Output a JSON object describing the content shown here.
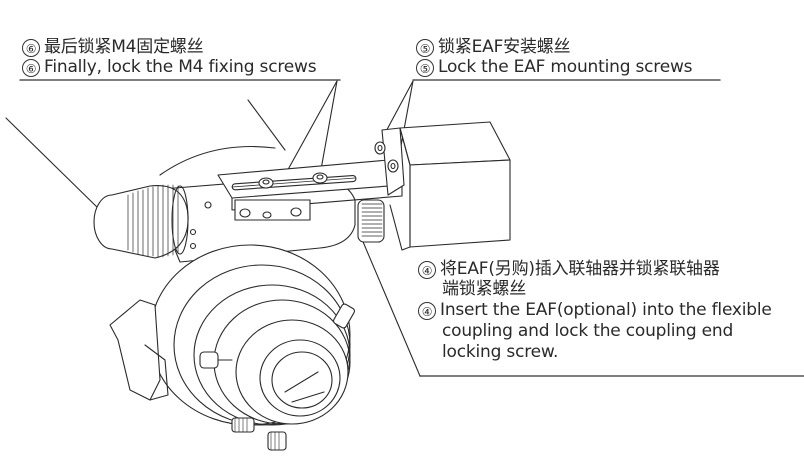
{
  "callouts": [
    {
      "step": "⑥",
      "zh": "最后锁紧M4固定螺丝",
      "en": "Finally, lock the M4 fixing screws"
    },
    {
      "step": "⑤",
      "zh": "锁紧EAF安装螺丝",
      "en": "Lock the EAF mounting screws"
    },
    {
      "step": "④",
      "zh_line1": "将EAF(另购)插入联轴器并锁紧联轴器",
      "zh_line2": "端锁紧螺丝",
      "en_line1": "Insert the EAF(optional) into the flexible",
      "en_line2": "coupling and lock the coupling end",
      "en_line3": "locking screw."
    }
  ],
  "drawing": {
    "subject": "focuser with EAF electronic auto focuser mounted on bracket",
    "parts": [
      "focus-knob",
      "mounting-bracket",
      "m4-fixing-screws",
      "eaf-motor-box",
      "flexible-coupling",
      "focuser-drawtube",
      "eaf-mounting-screws"
    ]
  }
}
